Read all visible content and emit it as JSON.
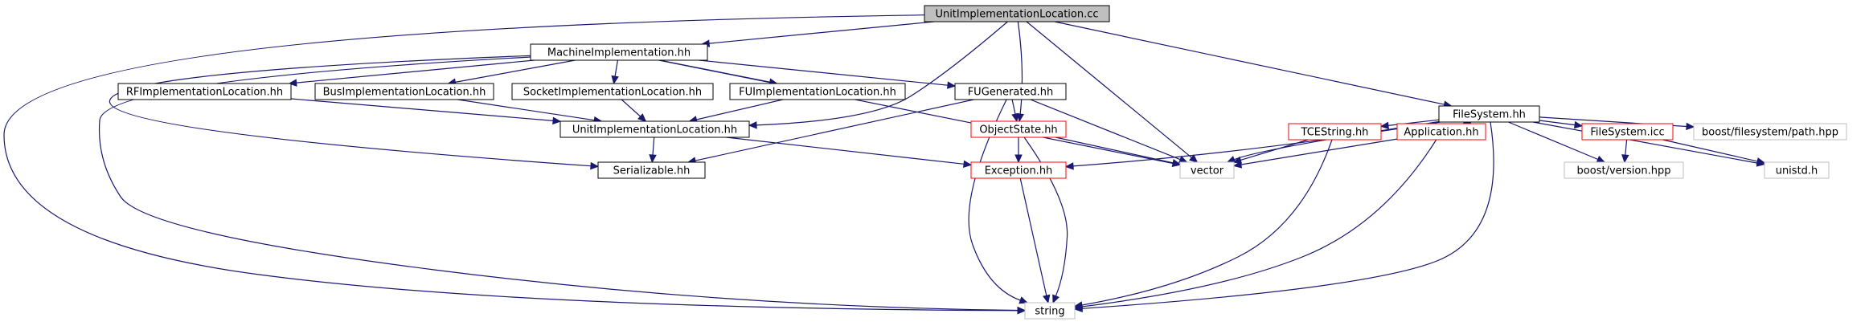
{
  "colors": {
    "edge": "#191970",
    "root_fill": "#bfbfbf",
    "node_fill": "#ffffff",
    "node_border": "#000000",
    "incomplete_border": "#ff0000",
    "external_border": "#bfbfbf"
  },
  "nodes": [
    {
      "id": "root",
      "label": "UnitImplementationLocation.cc",
      "style": "root"
    },
    {
      "id": "mi",
      "label": "MachineImplementation.hh",
      "style": "normal"
    },
    {
      "id": "fs",
      "label": "FileSystem.hh",
      "style": "normal"
    },
    {
      "id": "rfil",
      "label": "RFImplementationLocation.hh",
      "style": "normal"
    },
    {
      "id": "bil",
      "label": "BusImplementationLocation.hh",
      "style": "normal"
    },
    {
      "id": "sil",
      "label": "SocketImplementationLocation.hh",
      "style": "normal"
    },
    {
      "id": "fuil",
      "label": "FUImplementationLocation.hh",
      "style": "normal"
    },
    {
      "id": "fug",
      "label": "FUGenerated.hh",
      "style": "normal"
    },
    {
      "id": "uil",
      "label": "UnitImplementationLocation.hh",
      "style": "normal"
    },
    {
      "id": "os",
      "label": "ObjectState.hh",
      "style": "incomplete"
    },
    {
      "id": "tces",
      "label": "TCEString.hh",
      "style": "incomplete"
    },
    {
      "id": "app",
      "label": "Application.hh",
      "style": "incomplete"
    },
    {
      "id": "fsicc",
      "label": "FileSystem.icc",
      "style": "incomplete"
    },
    {
      "id": "bfp",
      "label": "boost/filesystem/path.hpp",
      "style": "external"
    },
    {
      "id": "ser",
      "label": "Serializable.hh",
      "style": "normal"
    },
    {
      "id": "exc",
      "label": "Exception.hh",
      "style": "incomplete"
    },
    {
      "id": "vec",
      "label": "vector",
      "style": "external"
    },
    {
      "id": "bver",
      "label": "boost/version.hpp",
      "style": "external"
    },
    {
      "id": "unistd",
      "label": "unistd.h",
      "style": "external"
    },
    {
      "id": "str",
      "label": "string",
      "style": "external"
    }
  ],
  "edges": [
    {
      "from": "root",
      "to": "mi"
    },
    {
      "from": "root",
      "to": "fs"
    },
    {
      "from": "root",
      "to": "uil"
    },
    {
      "from": "root",
      "to": "os"
    },
    {
      "from": "root",
      "to": "vec"
    },
    {
      "from": "root",
      "to": "str"
    },
    {
      "from": "mi",
      "to": "rfil"
    },
    {
      "from": "mi",
      "to": "bil"
    },
    {
      "from": "mi",
      "to": "sil"
    },
    {
      "from": "mi",
      "to": "fuil"
    },
    {
      "from": "mi",
      "to": "fug"
    },
    {
      "from": "mi",
      "to": "ser"
    },
    {
      "from": "mi",
      "to": "vec"
    },
    {
      "from": "mi",
      "to": "str"
    },
    {
      "from": "rfil",
      "to": "uil"
    },
    {
      "from": "bil",
      "to": "uil"
    },
    {
      "from": "sil",
      "to": "uil"
    },
    {
      "from": "fuil",
      "to": "uil"
    },
    {
      "from": "fug",
      "to": "os"
    },
    {
      "from": "fug",
      "to": "ser"
    },
    {
      "from": "fug",
      "to": "vec"
    },
    {
      "from": "fug",
      "to": "str"
    },
    {
      "from": "uil",
      "to": "ser"
    },
    {
      "from": "uil",
      "to": "exc"
    },
    {
      "from": "os",
      "to": "exc"
    },
    {
      "from": "os",
      "to": "vec"
    },
    {
      "from": "os",
      "to": "str"
    },
    {
      "from": "exc",
      "to": "str"
    },
    {
      "from": "fs",
      "to": "exc"
    },
    {
      "from": "fs",
      "to": "tces"
    },
    {
      "from": "fs",
      "to": "app"
    },
    {
      "from": "fs",
      "to": "fsicc"
    },
    {
      "from": "fs",
      "to": "bfp"
    },
    {
      "from": "fs",
      "to": "vec"
    },
    {
      "from": "fs",
      "to": "bver"
    },
    {
      "from": "fs",
      "to": "unistd"
    },
    {
      "from": "fs",
      "to": "str"
    },
    {
      "from": "tces",
      "to": "vec"
    },
    {
      "from": "tces",
      "to": "str"
    },
    {
      "from": "app",
      "to": "vec"
    },
    {
      "from": "app",
      "to": "str"
    },
    {
      "from": "fsicc",
      "to": "bver"
    },
    {
      "from": "fsicc",
      "to": "unistd"
    }
  ]
}
